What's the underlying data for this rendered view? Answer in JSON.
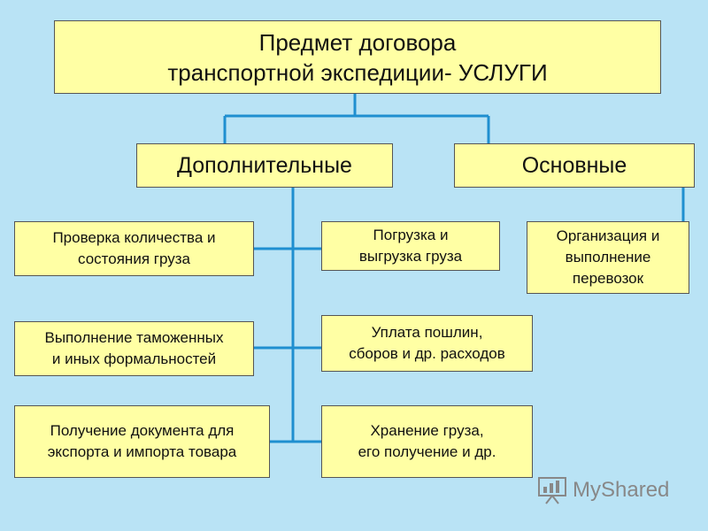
{
  "title": {
    "line1": "Предмет договора",
    "line2": "транспортной экспедиции- УСЛУГИ"
  },
  "categories": {
    "additional": "Дополнительные",
    "main": "Основные"
  },
  "additional_services": [
    {
      "line1": "Проверка количества и",
      "line2": "состояния груза"
    },
    {
      "line1": "Погрузка и",
      "line2": "выгрузка груза"
    },
    {
      "line1": "Выполнение таможенных",
      "line2": "и иных формальностей"
    },
    {
      "line1": "Уплата пошлин,",
      "line2": "сборов и др. расходов"
    },
    {
      "line1": "Получение документа для",
      "line2": "экспорта и импорта товара"
    },
    {
      "line1": "Хранение груза,",
      "line2": "его получение и др."
    }
  ],
  "main_services": [
    {
      "line1": "Организация и",
      "line2": "выполнение",
      "line3": "перевозок"
    }
  ],
  "watermark": {
    "text": "MyShared",
    "icon": "presentation-board-icon"
  },
  "colors": {
    "background": "#b9e3f5",
    "box_fill": "#ffffa4",
    "connector": "#1f8fd0"
  }
}
